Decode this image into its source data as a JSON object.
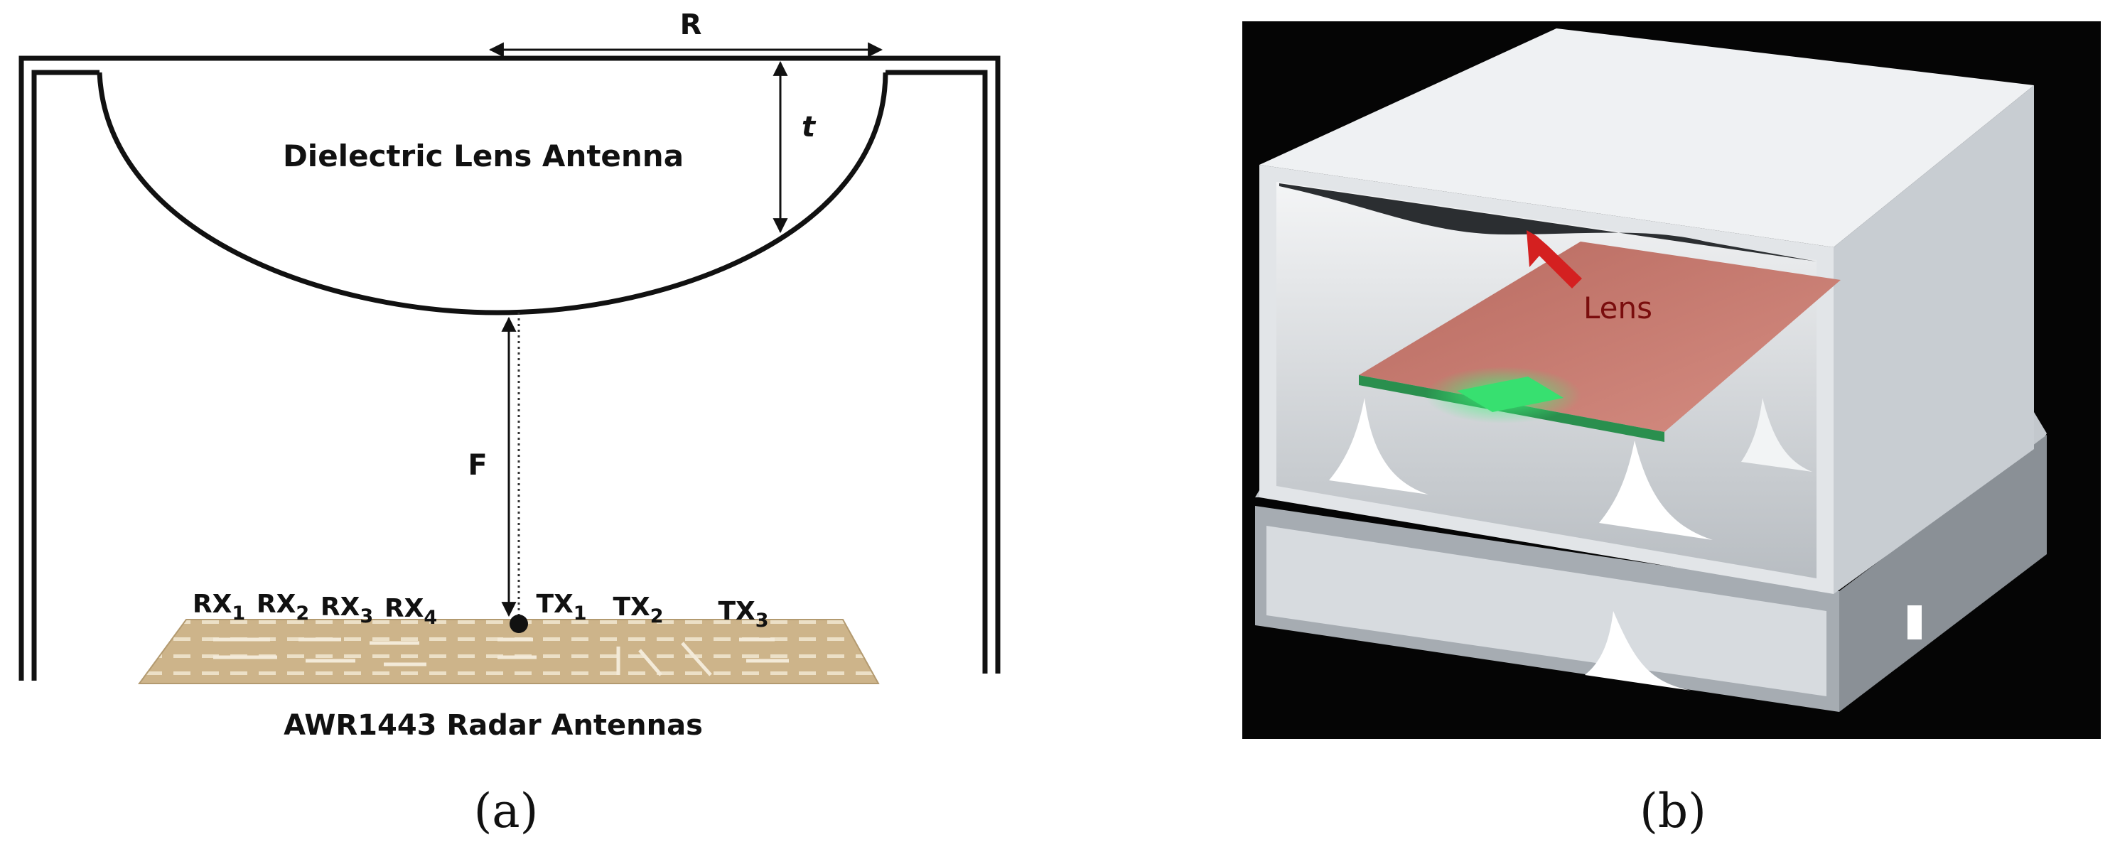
{
  "panel_a": {
    "dimension_r": "R",
    "dimension_t": "t",
    "dimension_f": "F",
    "lens_label": "Dielectric Lens Antenna",
    "rx": [
      {
        "base": "RX",
        "sub": "1"
      },
      {
        "base": "RX",
        "sub": "2"
      },
      {
        "base": "RX",
        "sub": "3"
      },
      {
        "base": "RX",
        "sub": "4"
      }
    ],
    "tx": [
      {
        "base": "TX",
        "sub": "1"
      },
      {
        "base": "TX",
        "sub": "2"
      },
      {
        "base": "TX",
        "sub": "3"
      }
    ],
    "board_label": "AWR1443 Radar Antennas",
    "caption": "(a)"
  },
  "panel_b": {
    "lens_label": "Lens",
    "caption": "(b)",
    "colors": {
      "background": "#050505",
      "housing_light": "#e6e9ec",
      "housing_mid": "#bfc4c9",
      "housing_dark": "#8d9399",
      "pcb": "#c9786e",
      "pcb_green": "#2fd96a",
      "arrow": "#d42020"
    }
  }
}
